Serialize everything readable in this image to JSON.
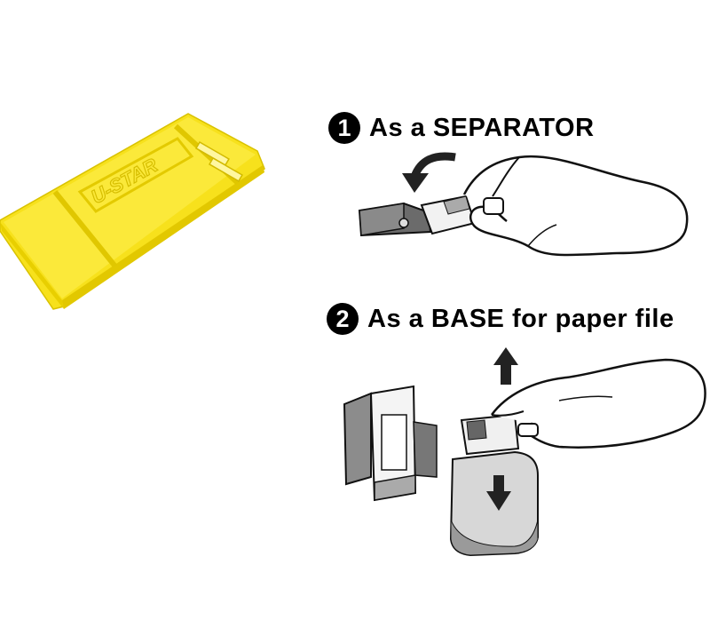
{
  "product": {
    "embossed_text": "U-STAR",
    "color": "#f7e11c"
  },
  "steps": [
    {
      "number": "1",
      "text": "As a SEPARATOR"
    },
    {
      "number": "2",
      "text": "As a BASE for paper file"
    }
  ],
  "icons": [
    "arrow-rotate-icon",
    "arrow-up-icon",
    "arrow-down-icon",
    "hand-icon"
  ]
}
